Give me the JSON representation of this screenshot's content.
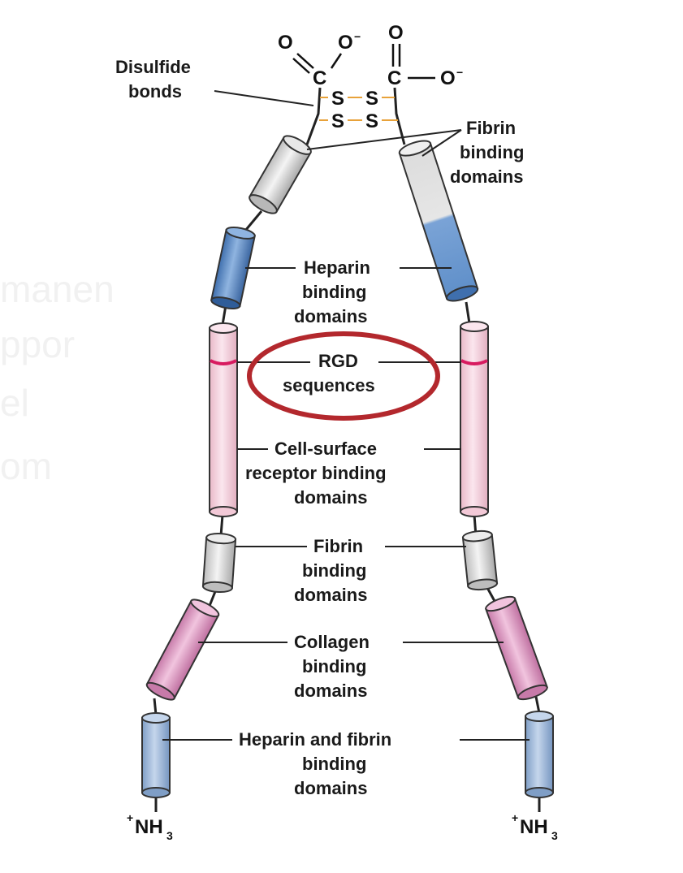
{
  "chem": {
    "o_top_left": "O",
    "o_minus_left": "O",
    "minus": "−",
    "c_left": "C",
    "c_right": "C",
    "o_top_right": "O",
    "o_minus_right": "O",
    "s": "S",
    "nh3_plus": "+",
    "nh3_n": "NH",
    "nh3_sub": "3"
  },
  "labels": {
    "disulfide": [
      "Disulfide",
      "bonds"
    ],
    "fibrin_top": [
      "Fibrin",
      "binding",
      "domains"
    ],
    "heparin": [
      "Heparin",
      "binding",
      "domains"
    ],
    "rgd": [
      "RGD",
      "sequences"
    ],
    "cell_surface": [
      "Cell-surface",
      "receptor binding",
      "domains"
    ],
    "fibrin_mid": [
      "Fibrin",
      "binding",
      "domains"
    ],
    "collagen": [
      "Collagen",
      "binding",
      "domains"
    ],
    "heparin_fibrin": [
      "Heparin and fibrin",
      "binding",
      "domains"
    ]
  },
  "colors": {
    "fibrin_domain": "#d9d9d9",
    "heparin_domain": "#5f8fc9",
    "cell_surface_domain": "#f6d3de",
    "rgd_band": "#d81b60",
    "collagen_domain": "#e3a3c8",
    "heparin_fibrin_domain": "#9db7d8",
    "rgd_highlight": "#b3282d",
    "disulfide_bond": "#e8a23a"
  },
  "ghost_text": [
    "manen",
    "ppor",
    "el",
    "om"
  ]
}
